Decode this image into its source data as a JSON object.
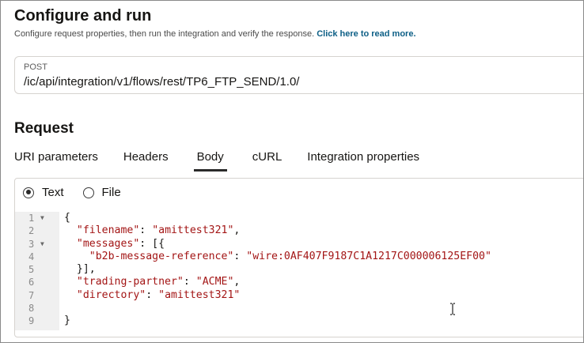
{
  "header": {
    "title": "Configure and run",
    "description": "Configure request properties, then run the integration and verify the response.",
    "read_more_link": "Click here to read more."
  },
  "endpoint": {
    "method": "POST",
    "url": "/ic/api/integration/v1/flows/rest/TP6_FTP_SEND/1.0/"
  },
  "request": {
    "title": "Request",
    "tabs": [
      {
        "label": "URI parameters",
        "active": false
      },
      {
        "label": "Headers",
        "active": false
      },
      {
        "label": "Body",
        "active": true
      },
      {
        "label": "cURL",
        "active": false
      },
      {
        "label": "Integration properties",
        "active": false
      }
    ],
    "body_mode": {
      "options": [
        "Text",
        "File"
      ],
      "selected": "Text"
    }
  },
  "editor": {
    "line_numbers": [
      "1",
      "2",
      "3",
      "4",
      "5",
      "6",
      "7",
      "8",
      "9"
    ],
    "fold_markers": [
      "▼",
      "",
      "▼",
      "",
      "",
      "",
      "",
      "",
      ""
    ],
    "lines": [
      "{",
      "  \"filename\": \"amittest321\",",
      "  \"messages\": [{",
      "    \"b2b-message-reference\": \"wire:0AF407F9187C1A1217C000006125EF00\"",
      "  }],",
      "  \"trading-partner\": \"ACME\",",
      "  \"directory\": \"amittest321\"",
      "",
      "}"
    ]
  }
}
